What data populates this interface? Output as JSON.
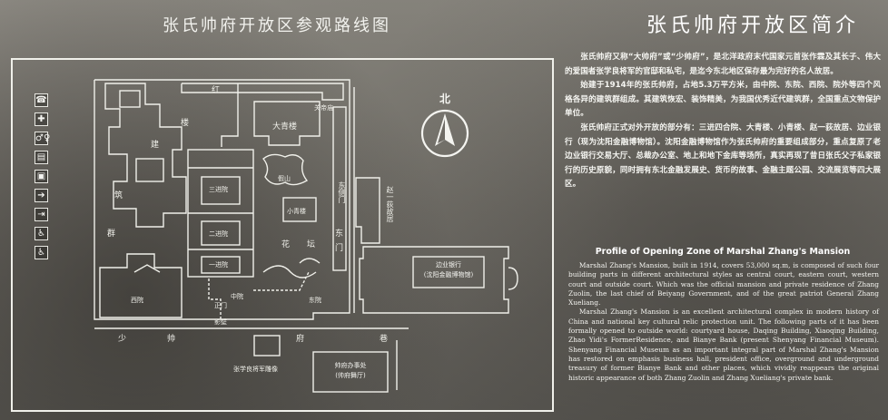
{
  "map": {
    "title": "张氏帅府开放区参观路线图",
    "legend": [
      {
        "icon": "phone-icon",
        "glyph": "☎",
        "label": ""
      },
      {
        "icon": "first-aid-icon",
        "glyph": "✚",
        "label": ""
      },
      {
        "icon": "restroom-icon",
        "glyph": "♂♀",
        "label": ""
      },
      {
        "icon": "ticket-icon",
        "glyph": "▤",
        "label": ""
      },
      {
        "icon": "exhibit-icon",
        "glyph": "▣",
        "label": ""
      },
      {
        "icon": "entrance-icon",
        "glyph": "➔",
        "label": ""
      },
      {
        "icon": "exit-icon",
        "glyph": "⇥",
        "label": ""
      },
      {
        "icon": "wheelchair-icon",
        "glyph": "♿",
        "label": ""
      },
      {
        "icon": "wheelchair-ramp-icon",
        "glyph": "♿",
        "label": ""
      }
    ],
    "north_label": "北",
    "labels": {
      "hong": "红",
      "lou1": "楼",
      "jian": "建",
      "zhu": "筑",
      "qun": "群",
      "daqing": "大青楼",
      "sanjinyuan": "三进院",
      "erjinyuan": "二进院",
      "yijinyuan": "一进院",
      "jiashan": "假山",
      "xiaoqing": "小青楼",
      "hua": "花",
      "tan": "坛",
      "xiyuan": "西院",
      "zhongyuan": "中院",
      "dongyuan": "东院",
      "zhengmen": "正门",
      "yingbi": "影壁",
      "guandimiao": "关帝庙",
      "shao": "少",
      "shuai": "帅",
      "fu": "府",
      "xiang": "巷",
      "zhaoyidi": "赵一荻故居",
      "dong": "东",
      "men": "门",
      "bank": "边业银行",
      "bank_sub": "(沈阳金融博物馆)",
      "office": "帅府办事处",
      "office_sub": "(帅府舞厅)",
      "statue": "张学良将军雕像",
      "dong_gate": "东侧门"
    }
  },
  "intro": {
    "title": "张氏帅府开放区简介",
    "paragraphs": [
      "张氏帅府又称“大帅府”或“少帅府”，是北洋政府末代国家元首张作霖及其长子、伟大的爱国者张学良将军的官邸和私宅，是迄今东北地区保存最为完好的名人故居。",
      "始建于1914年的张氏帅府，占地5.3万平方米，由中院、东院、西院、院外等四个风格各异的建筑群组成。其建筑恢宏、装饰精美，为我国优秀近代建筑群，全国重点文物保护单位。",
      "张氏帅府正式对外开放的部分有：三进四合院、大青楼、小青楼、赵一荻故居、边业银行（现为沈阳金融博物馆）。沈阳金融博物馆作为张氏帅府的重要组成部分，重点复原了老边业银行交易大厅、总裁办公室、地上和地下金库等场所，真实再现了昔日张氏父子私家银行的历史原貌，同时拥有东北金融发展史、货币的故事、金融主题公园、交流展览等四大展区。"
    ],
    "en_title": "Profile of Opening Zone of Marshal Zhang's Mansion",
    "en_paragraphs": [
      "Marshal Zhang's Mansion, built in 1914, covers 53,000 sq.m, is composed of such four building parts in different architectural styles as central court, eastern court, western court and outside court. Which was the official mansion and private residence of Zhang Zuolin, the last chief of Beiyang Government, and of the great patriot General Zhang Xueliang.",
      "Marshal Zhang's Mansion is an excellent architectural complex in modern history of China and national key cultural relic protection unit. The following parts of it has been formally opened to outside world: courtyard house, Daqing Building, Xiaoqing Building, Zhao Yidi's FormerResidence, and Bianye Bank (present Shenyang Financial Museum). Shenyang Financial Museum as an important integral part of Marshal Zhang's Mansion has restored on emphasis business hall, president office, overground and underground treasury of former Bianye Bank and other places, which vividly reappears the original historic appearance of both Zhang Zuolin and Zhang Xueliang's private bank."
    ]
  }
}
